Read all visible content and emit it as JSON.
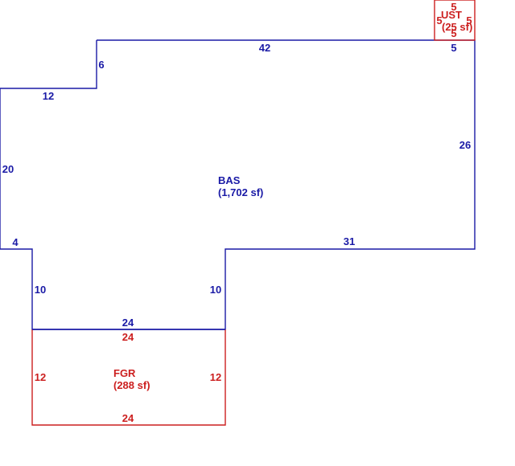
{
  "colors": {
    "main": "#1a1aa6",
    "attached": "#cc1f1f",
    "background": "#ffffff"
  },
  "areas": {
    "bas": {
      "code": "BAS",
      "area": "(1,702 sf)"
    },
    "fgr": {
      "code": "FGR",
      "area": "(288 sf)"
    },
    "ust": {
      "code": "UST",
      "area": "(25 sf)"
    }
  },
  "dimensions": {
    "bas": {
      "top": "42",
      "step": "6",
      "left_upper": "12",
      "left": "20",
      "left_lower": "4",
      "lower_left": "10",
      "lower_right": "10",
      "bottom": "24",
      "right_lower": "31",
      "right": "26",
      "top_right": "5"
    },
    "fgr": {
      "top": "24",
      "left": "12",
      "right": "12",
      "bottom": "24"
    },
    "ust": {
      "top": "5",
      "left": "5",
      "right": "5",
      "bottom": "5"
    }
  }
}
